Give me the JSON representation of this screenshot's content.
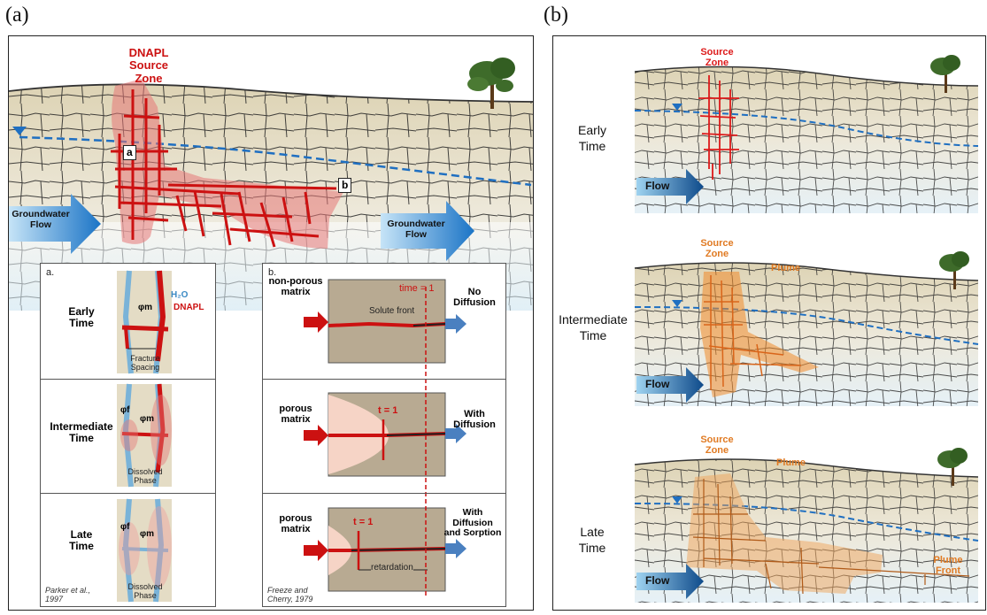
{
  "panel_a": {
    "letter": "(a)",
    "dnapl_label": [
      "DNAPL",
      "Source",
      "Zone"
    ],
    "groundwater_flow_left": [
      "Groundwater",
      "Flow"
    ],
    "groundwater_flow_right": [
      "Groundwater",
      "Flow"
    ],
    "marker_a": "a",
    "marker_b": "b",
    "inset_a": {
      "title": "a.",
      "rows": [
        {
          "label": [
            "Early",
            "Time"
          ],
          "annotations": [
            "H₂O",
            "DNAPL",
            "φm"
          ],
          "caption": [
            "Fracture",
            "Spacing"
          ]
        },
        {
          "label": [
            "Intermediate",
            "Time"
          ],
          "annotations": [
            "φf",
            "φm"
          ],
          "caption": [
            "Dissolved",
            "Phase"
          ]
        },
        {
          "label": [
            "Late",
            "Time"
          ],
          "annotations": [
            "φf",
            "φm"
          ],
          "caption": [
            "Dissolved",
            "Phase"
          ]
        }
      ],
      "citation": [
        "Parker et al.,",
        "1997"
      ]
    },
    "inset_b": {
      "title": "b.",
      "rows": [
        {
          "left": [
            "non-porous",
            "matrix"
          ],
          "right": [
            "No",
            "Diffusion"
          ],
          "mid_label": "Solute front",
          "marker": "time = 1"
        },
        {
          "left": [
            "porous",
            "matrix"
          ],
          "right": [
            "With",
            "Diffusion"
          ],
          "marker": "t = 1"
        },
        {
          "left": [
            "porous",
            "matrix"
          ],
          "right": [
            "With",
            "Diffusion",
            "and Sorption"
          ],
          "marker": "t = 1",
          "bottom_label": "retardation"
        }
      ],
      "citation": [
        "Freeze and",
        "Cherry, 1979"
      ]
    }
  },
  "panel_b": {
    "letter": "(b)",
    "rows": [
      {
        "time_label": [
          "Early",
          "Time"
        ],
        "labels": [
          [
            "Source",
            "Zone"
          ]
        ],
        "flow": "Flow"
      },
      {
        "time_label": [
          "Intermediate",
          "Time"
        ],
        "labels": [
          [
            "Source",
            "Zone"
          ],
          [
            "Plume"
          ]
        ],
        "flow": "Flow"
      },
      {
        "time_label": [
          "Late",
          "Time"
        ],
        "labels": [
          [
            "Source",
            "Zone"
          ],
          [
            "Plume"
          ],
          [
            "Plume",
            "Front"
          ]
        ],
        "flow": "Flow"
      }
    ]
  },
  "colors": {
    "dnapl": "#cc1111",
    "plume": "#f08a2a",
    "water_table": "#1f6fc1",
    "arrow": "#1b74c6",
    "rock": "#e6dfc7"
  }
}
